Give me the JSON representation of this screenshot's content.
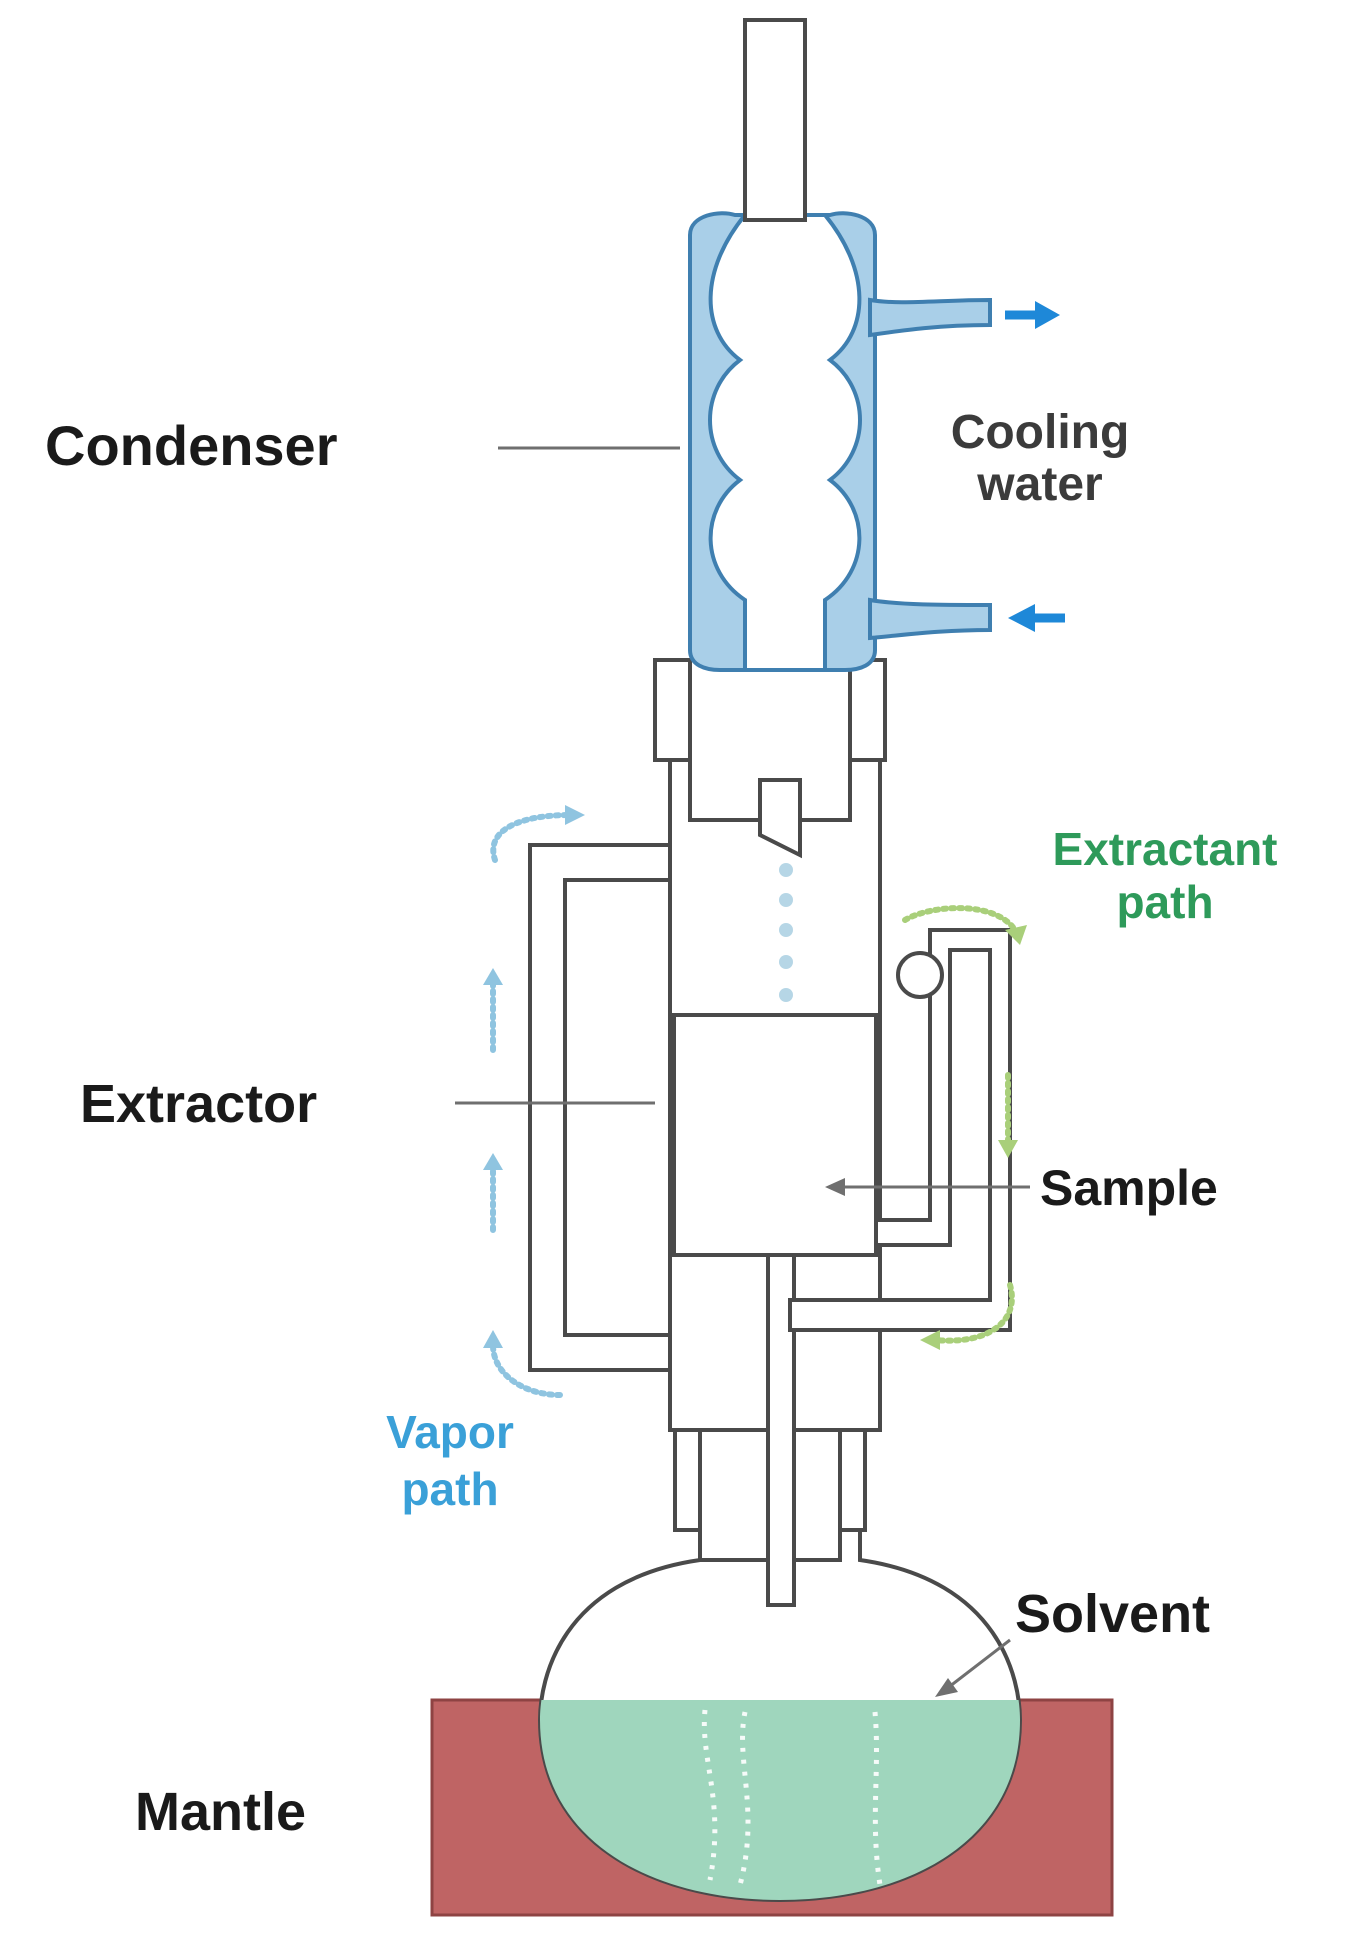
{
  "labels": {
    "condenser": "Condenser",
    "cooling_water_line1": "Cooling",
    "cooling_water_line2": "water",
    "extractant_path_line1": "Extractant",
    "extractant_path_line2": "path",
    "extractor": "Extractor",
    "sample": "Sample",
    "vapor_path_line1": "Vapor",
    "vapor_path_line2": "path",
    "solvent": "Solvent",
    "mantle": "Mantle"
  },
  "colors": {
    "condenser_water": "#a9cfe8",
    "condenser_outline": "#3f7fb0",
    "cooling_arrow": "#1e88d8",
    "solvent_liquid": "#9fd6bd",
    "mantle": "#bf6464",
    "sample_block": "#8a8a8a",
    "vapor_text": "#3aa0d8",
    "extractant_text": "#2e9a5a"
  }
}
